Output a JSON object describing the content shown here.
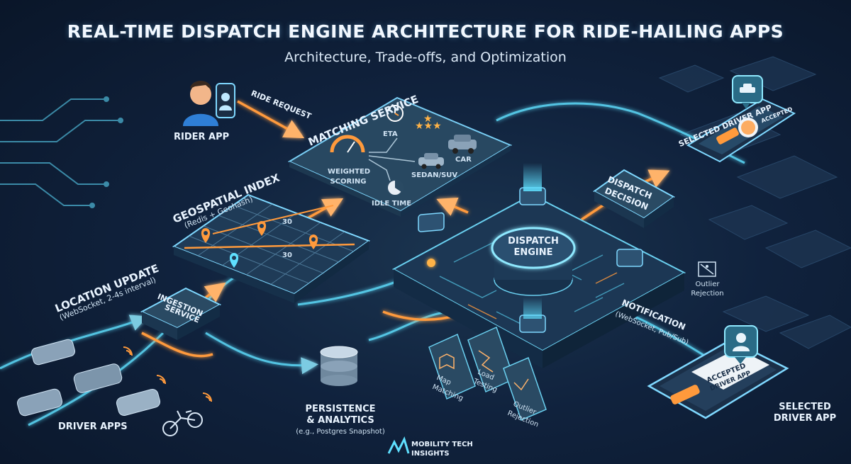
{
  "header": {
    "title": "REAL-TIME DISPATCH ENGINE ARCHITECTURE FOR RIDE-HAILING APPS",
    "subtitle": "Architecture, Trade-offs, and Optimization"
  },
  "rider": {
    "label": "RIDER APP",
    "flow": "RIDE REQUEST"
  },
  "matching": {
    "title": "MATCHING SERVICE",
    "items": {
      "eta": "ETA",
      "car": "CAR",
      "weighted1": "WEIGHTED",
      "weighted2": "SCORING",
      "sedan": "SEDAN/SUV",
      "idle": "IDLE TIME"
    }
  },
  "geo": {
    "title": "GEOSPATIAL INDEX",
    "sub": "(Redis + Geohash)",
    "n1": "30",
    "n2": "30"
  },
  "location": {
    "title": "LOCATION UPDATE",
    "sub": "(WebSocket, 2-4s interval)"
  },
  "ingestion": {
    "line1": "INGESTION",
    "line2": "SERVICE"
  },
  "drivers": {
    "label": "DRIVER APPS"
  },
  "engine": {
    "line1": "DISPATCH",
    "line2": "ENGINE"
  },
  "decision": {
    "line1": "DISPATCH",
    "line2": "DECISION"
  },
  "selected_top": {
    "flow": "SELECTED DRIVER APP",
    "status": "ACCEPTED"
  },
  "outlier": {
    "line1": "Outlier",
    "line2": "Rejection"
  },
  "notification": {
    "title": "NOTIFICATION",
    "sub": "(WebSocket, Pub/Sub)"
  },
  "selected_bottom": {
    "card1": "ACCEPTED",
    "card2": "DRIVER APP",
    "line1": "SELECTED",
    "line2": "DRIVER APP"
  },
  "persistence": {
    "line1": "PERSISTENCE",
    "line2": "& ANALYTICS",
    "sub": "(e.g., Postgres Snapshot)"
  },
  "tiles": {
    "map1": "Map",
    "map2": "Matching",
    "load1": "Load",
    "load2": "Testing",
    "out1": "Outlier",
    "out2": "Rejection"
  },
  "brand": {
    "line1": "MOBILITY TECH",
    "line2": "INSIGHTS"
  },
  "colors": {
    "cyan": "#5fe0ff",
    "orange": "#ff9a3c",
    "panel": "#2a4a63",
    "bg": "#10223d"
  }
}
